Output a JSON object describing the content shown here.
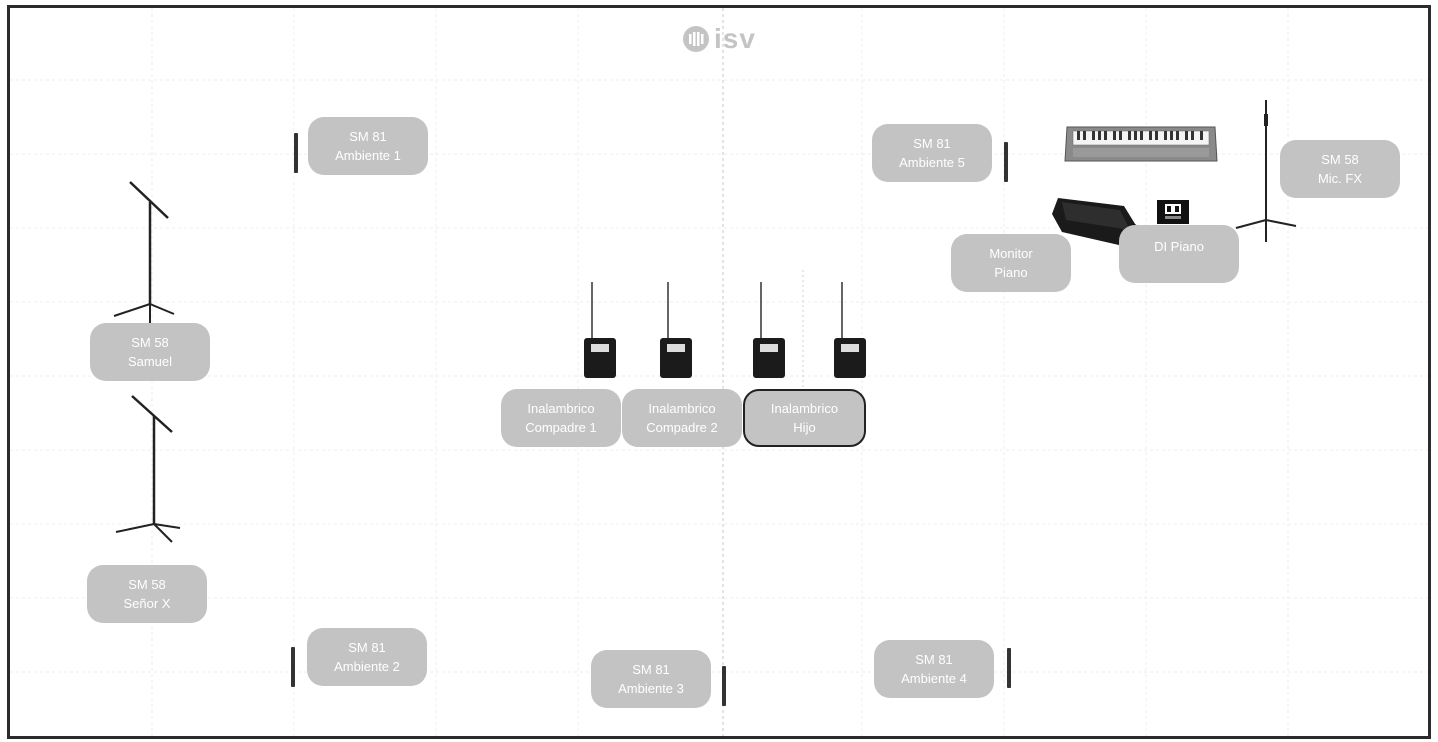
{
  "logo": {
    "text": "isv",
    "icon": "isv-logo-icon"
  },
  "labels": [
    {
      "id": "sm81-amb1",
      "line1": "SM 81",
      "line2": "Ambiente 1",
      "selected": false
    },
    {
      "id": "sm81-amb5",
      "line1": "SM 81",
      "line2": "Ambiente 5",
      "selected": false
    },
    {
      "id": "sm58-fx",
      "line1": "SM 58",
      "line2": "Mic. FX",
      "selected": false
    },
    {
      "id": "monitor-piano",
      "line1": "Monitor",
      "line2": "Piano",
      "selected": false
    },
    {
      "id": "dj-piano",
      "line1": "DI Piano",
      "line2": "",
      "selected": false
    },
    {
      "id": "sm58-samuel",
      "line1": "SM 58",
      "line2": "Samuel",
      "selected": false
    },
    {
      "id": "inal-compadre1",
      "line1": "Inalambrico",
      "line2": "Compadre 1",
      "selected": false
    },
    {
      "id": "inal-compadre2",
      "line1": "Inalambrico",
      "line2": "Compadre 2",
      "selected": false
    },
    {
      "id": "inal-hijo",
      "line1": "Inalambrico",
      "line2": "Hijo",
      "selected": true
    },
    {
      "id": "sm58-senor",
      "line1": "SM 58",
      "line2": "Señor X",
      "selected": false
    },
    {
      "id": "sm81-amb2",
      "line1": "SM 81",
      "line2": "Ambiente 2",
      "selected": false
    },
    {
      "id": "sm81-amb3",
      "line1": "SM 81",
      "line2": "Ambiente 3",
      "selected": false
    },
    {
      "id": "sm81-amb4",
      "line1": "SM 81",
      "line2": "Ambiente 4",
      "selected": false
    }
  ],
  "icons": {
    "keyboard": "keyboard-icon",
    "monitor": "stage-monitor-icon",
    "di_box": "di-box-icon",
    "mic_stand": "mic-stand-icon",
    "condenser_mic": "condenser-mic-icon",
    "wireless_pack": "wireless-bodypack-icon"
  },
  "colors": {
    "label_bg": "#c3c3c3",
    "label_text": "#ffffff",
    "grid": "#ececec",
    "frame": "#2b2b2b"
  }
}
